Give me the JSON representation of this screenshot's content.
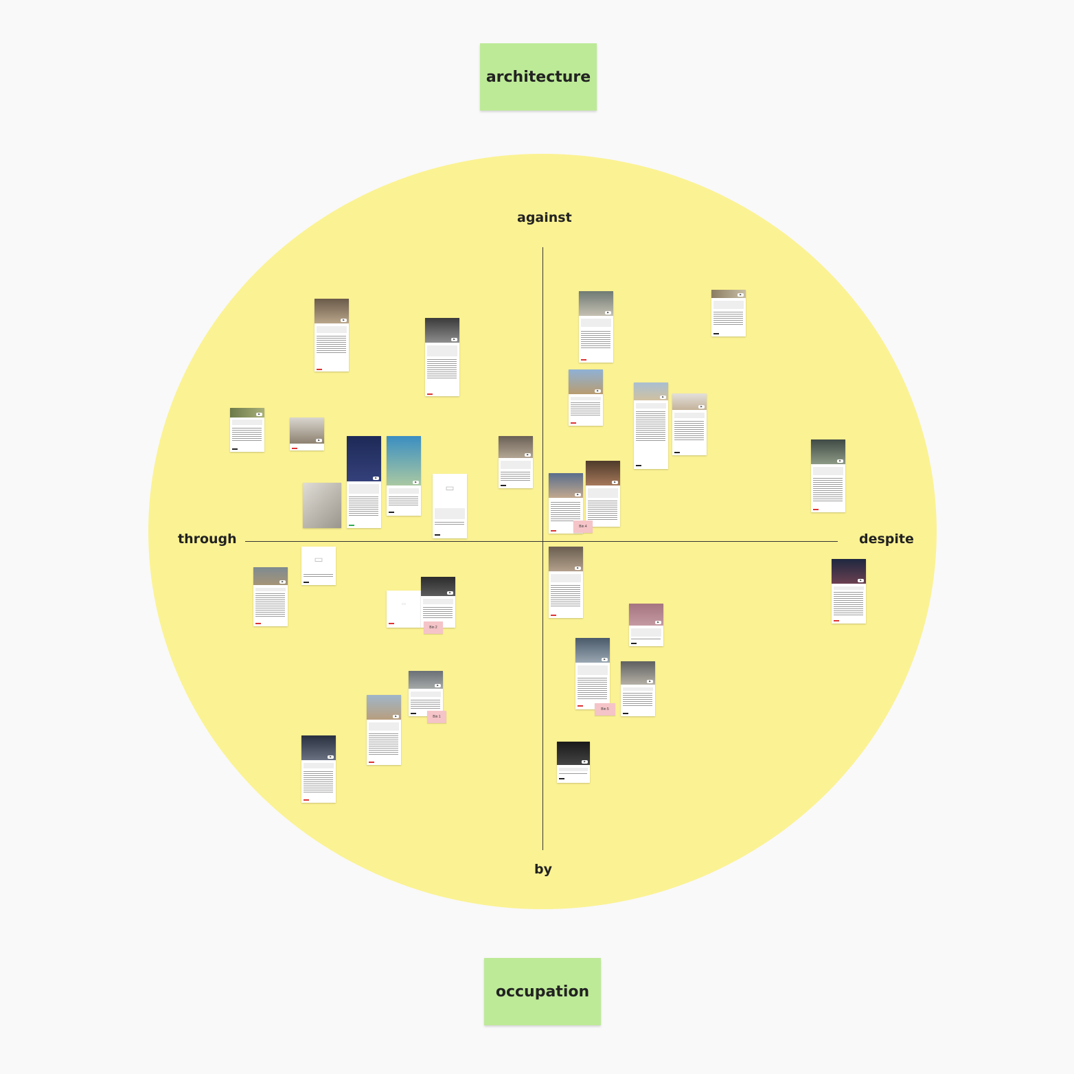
{
  "stickies": {
    "top": "architecture",
    "bottom": "occupation"
  },
  "axes": {
    "top": "against",
    "bottom": "by",
    "left": "through",
    "right": "despite"
  },
  "tags": {
    "t2": "Bin 2",
    "t4": "Bin 4",
    "t1": "Bin 1",
    "t5": "Bin 5"
  },
  "colors": {
    "circle": "#fbf293",
    "sticky": "#bdea97",
    "tag": "#f5c4c8"
  }
}
